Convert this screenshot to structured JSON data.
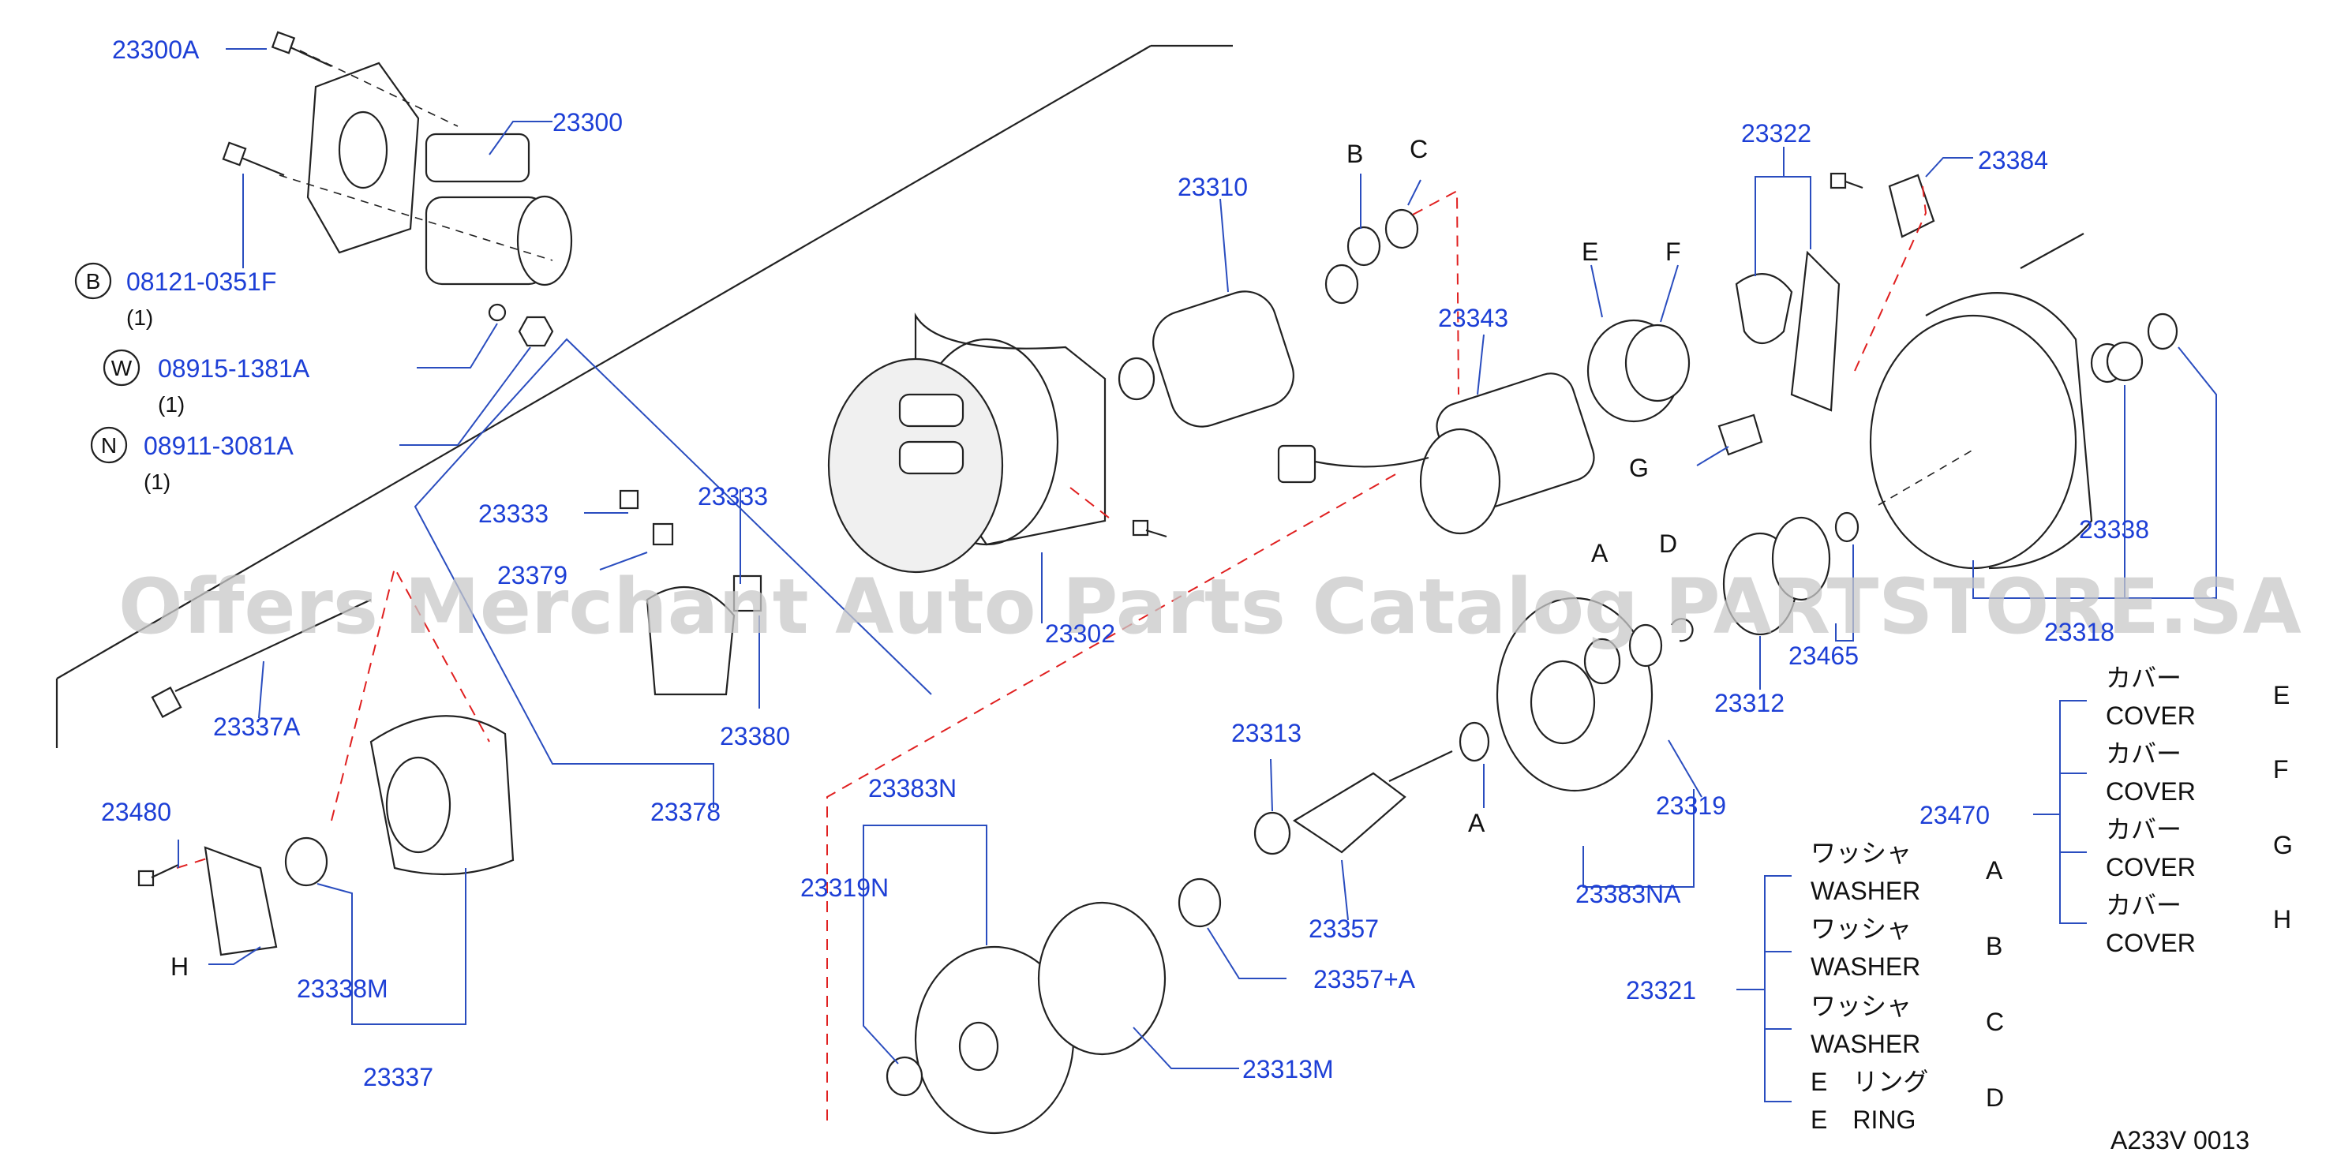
{
  "watermark": "Offers Merchant Auto Parts Catalog PARTSTORE.SA",
  "diagram_code": "A233V   0013",
  "callouts": {
    "p23300A": "23300A",
    "p23300": "23300",
    "p08121": "08121-0351F",
    "q08121": "(1)",
    "p08915": "08915-1381A",
    "q08915": "(1)",
    "p08911": "08911-3081A",
    "q08911": "(1)",
    "p23310": "23310",
    "p23343": "23343",
    "p23322": "23322",
    "p23384": "23384",
    "p23333a": "23333",
    "p23333b": "23333",
    "p23379": "23379",
    "p23380": "23380",
    "p23378": "23378",
    "p23302": "23302",
    "p23337A": "23337A",
    "p23480": "23480",
    "p23338M": "23338M",
    "p23337": "23337",
    "p23383N": "23383N",
    "p23319N": "23319N",
    "p23313M": "23313M",
    "p23313": "23313",
    "p23357": "23357",
    "p23357A": "23357+A",
    "p23383NA": "23383NA",
    "p23319": "23319",
    "p23312": "23312",
    "p23465": "23465",
    "p23338": "23338",
    "p23318": "23318",
    "p23470": "23470",
    "p23321": "23321"
  },
  "letters": {
    "B": "B",
    "C": "C",
    "E": "E",
    "F": "F",
    "G": "G",
    "A1": "A",
    "D1": "D",
    "A2": "A",
    "H": "H"
  },
  "circled": {
    "B": "B",
    "W": "W",
    "N": "N"
  },
  "legend_23321": [
    {
      "jp": "ワッシャ",
      "en": "WASHER",
      "code": "A"
    },
    {
      "jp": "ワッシャ",
      "en": "WASHER",
      "code": "B"
    },
    {
      "jp": "ワッシャ",
      "en": "WASHER",
      "code": "C"
    },
    {
      "jp": "E　リング",
      "en": "E　RING",
      "code": "D"
    }
  ],
  "legend_23470": [
    {
      "jp": "カバー",
      "en": "COVER",
      "code": "E"
    },
    {
      "jp": "カバー",
      "en": "COVER",
      "code": "F"
    },
    {
      "jp": "カバー",
      "en": "COVER",
      "code": "G"
    },
    {
      "jp": "カバー",
      "en": "COVER",
      "code": "H"
    }
  ],
  "colors": {
    "callout": "#1d3fd6",
    "leader": "#2a4dbf",
    "hint": "#e02020",
    "ink": "#222222"
  }
}
